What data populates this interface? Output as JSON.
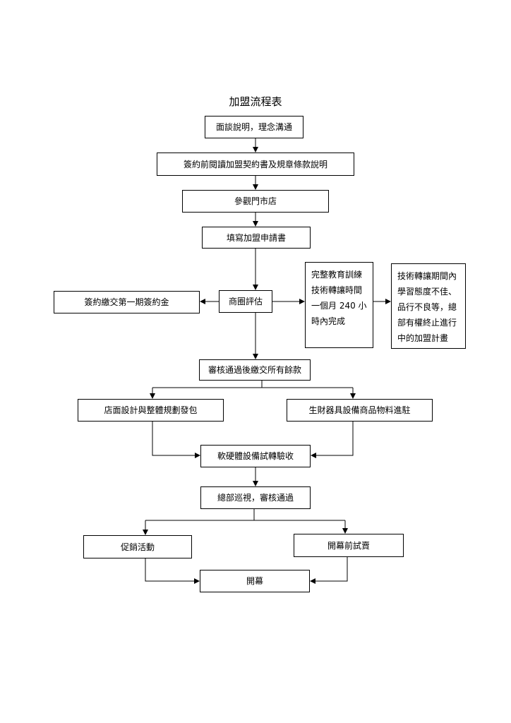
{
  "title": "加盟流程表",
  "nodes": {
    "interview": "面談說明，理念溝通",
    "contract_review": "簽約前閱讀加盟契約書及規章條款說明",
    "visit_store": "參觀門市店",
    "application": "填寫加盟申請書",
    "sign_deposit": "簽約繳交第一期簽約金",
    "area_eval": "商圈評估",
    "training": [
      "完整教育訓練",
      "技術轉讓時間",
      "一個月 240 小",
      "時內完成"
    ],
    "termination": [
      "技術轉讓期間內",
      "學習態度不佳、",
      "品行不良等，總",
      "部有權終止進行",
      "中的加盟計畫"
    ],
    "final_payment": "審核通過後繳交所有餘款",
    "store_design": "店面設計與整體規劃發包",
    "equipment": "生財器具設備商品物料進駐",
    "testing": "軟硬體設備試轉驗收",
    "hq_inspection": "總部巡視，審核通過",
    "promotion": "促銷活動",
    "pre_opening": "開幕前試賣",
    "opening": "開幕"
  }
}
